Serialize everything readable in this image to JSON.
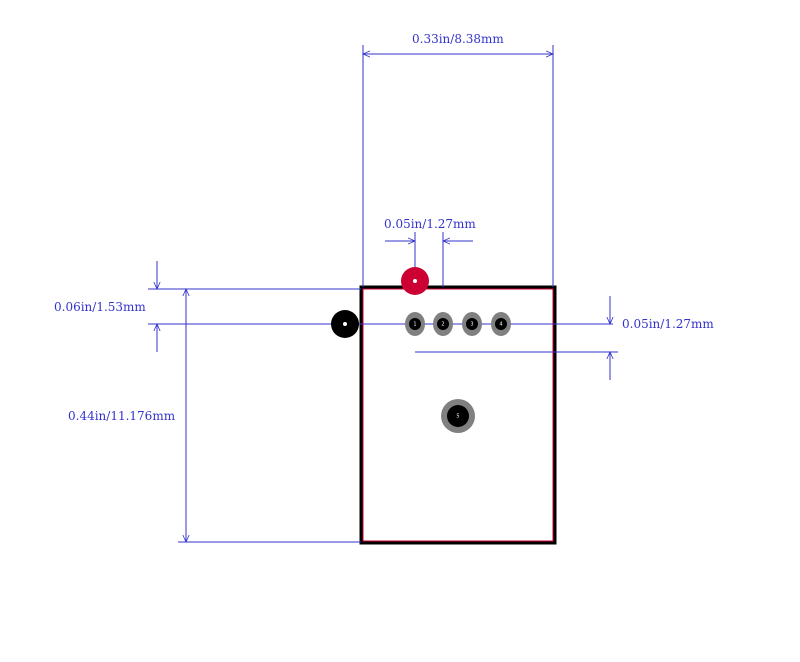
{
  "dimensions": {
    "width_label": "0.33in/8.38mm",
    "pitch_top_label": "0.05in/1.27mm",
    "offset_label": "0.06in/1.53mm",
    "height_label": "0.44in/11.176mm",
    "pitch_right_label": "0.05in/1.27mm"
  },
  "pads": [
    {
      "number": "1"
    },
    {
      "number": "2"
    },
    {
      "number": "3"
    },
    {
      "number": "4"
    },
    {
      "number": "5"
    }
  ],
  "colors": {
    "dimension_line": "#3333cc",
    "outline": "#000000",
    "courtyard": "#cc0033",
    "pad_ring": "#808080",
    "pad_hole": "#000000",
    "pin1_marker": "#cc0033"
  }
}
